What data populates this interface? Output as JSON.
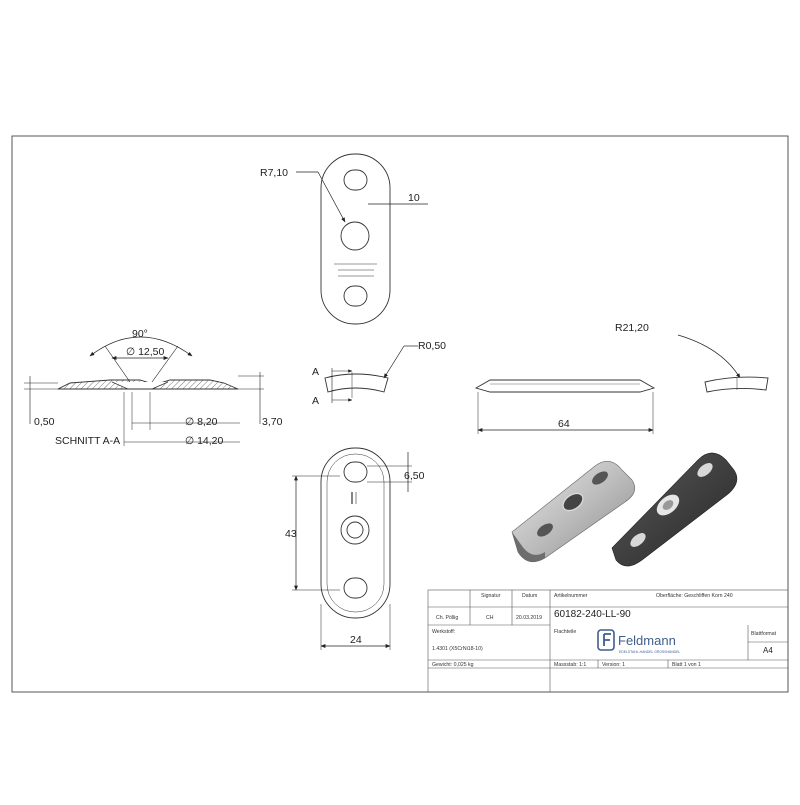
{
  "dimensions": {
    "r_top": "R7,10",
    "w_top": "10",
    "angle": "90°",
    "d_12_50": "∅ 12,50",
    "d_8_20": "∅ 8,20",
    "d_14_20": "∅ 14,20",
    "t_0_50": "0,50",
    "t_3_70": "3,70",
    "section_label": "SCHNITT A-A",
    "r_0_50": "R0,50",
    "section_a": "A",
    "r_21_20": "R21,20",
    "length_64": "64",
    "height_43": "43",
    "slot_6_50": "6,50",
    "width_24": "24"
  },
  "title_block": {
    "row1": {
      "col1_header": "",
      "signatur_header": "Signatur",
      "datum_header": "Datum",
      "artikel_header": "Artikelnummer",
      "oberflaeche": "Oberfläche: Geschliffen Korn 240"
    },
    "drawn_by": "Ch. Pöllig",
    "signatur": "CH",
    "datum": "20.03.2019",
    "article_number": "60182-240-LL-90",
    "part_name": "Flachteile",
    "werkstoff_label": "Werkstoff:",
    "werkstoff_value": "1.4301 (X5CrNi18-10)",
    "brand_name": "Feldmann",
    "brand_tagline": "EDELSTAHL-HANDEL GROSSHANDEL",
    "blattformat_label": "Blattformat",
    "blattformat_value": "A4",
    "gewicht": "Gewicht: 0,025 kg",
    "massstab": "Massstab: 1:1",
    "version": "Version: 1",
    "blatt": "Blatt 1 von 1"
  }
}
